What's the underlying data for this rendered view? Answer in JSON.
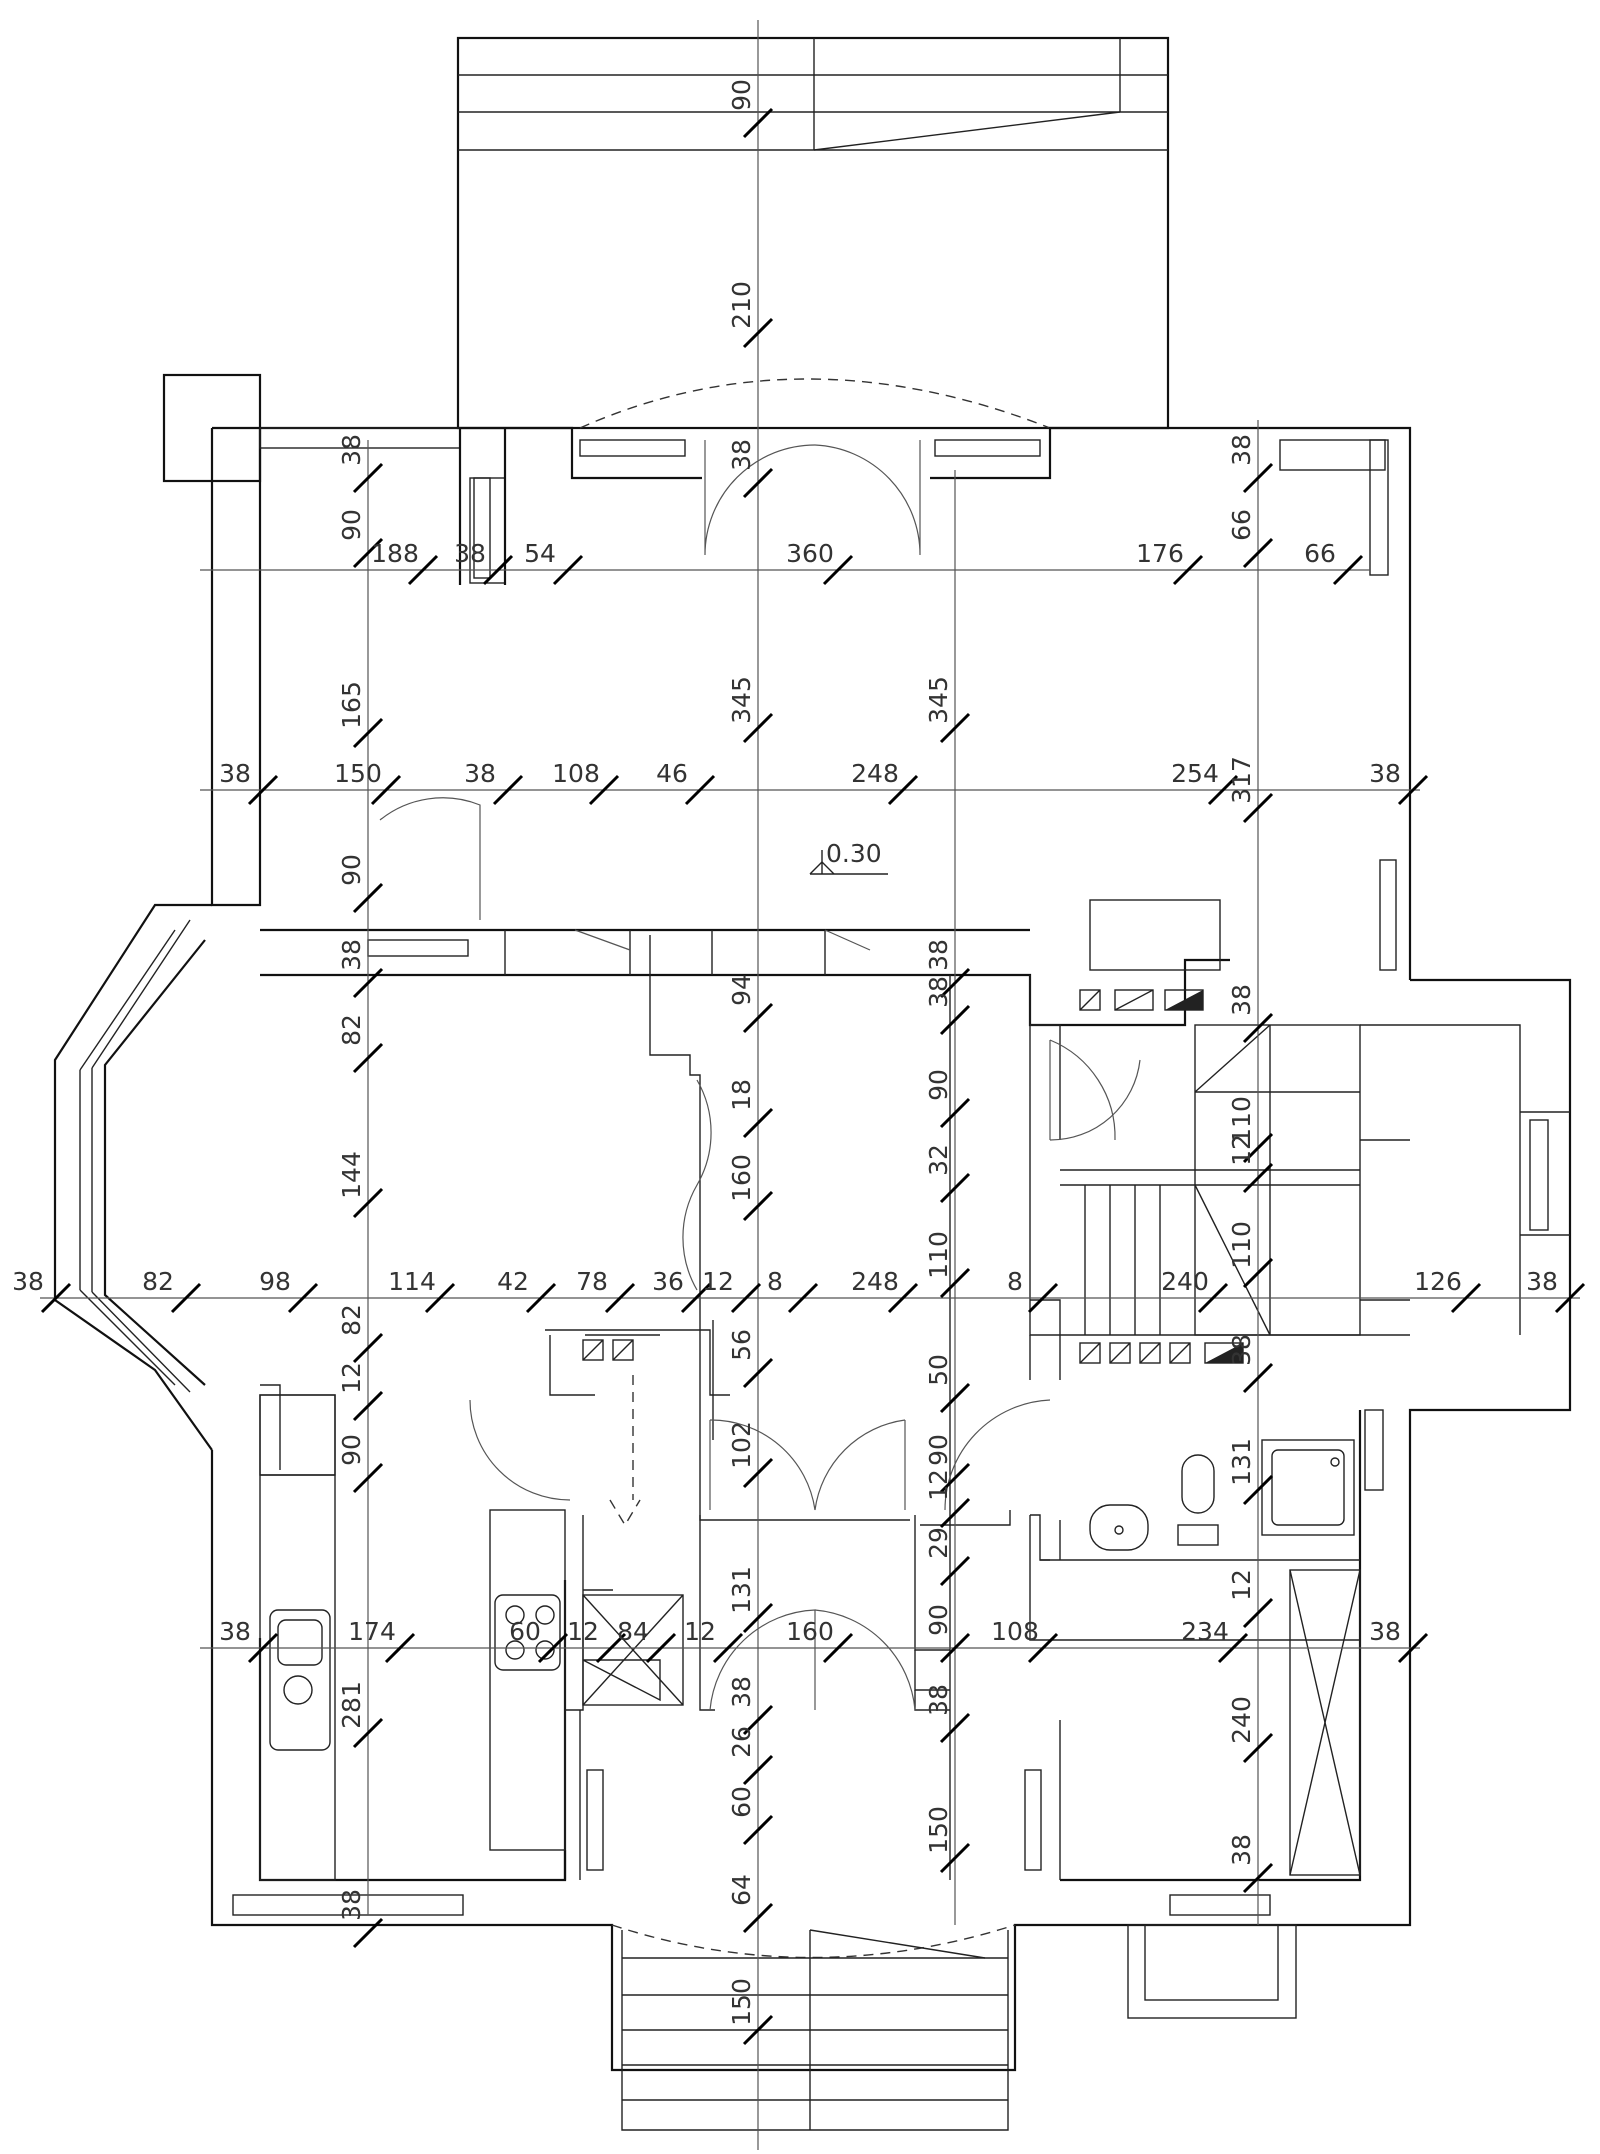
{
  "title": "",
  "level_mark": "0.30",
  "horizontal_dims": [
    {
      "row": "r1",
      "values": [
        "188",
        "38",
        "54",
        "360",
        "176",
        "66"
      ]
    },
    {
      "row": "r2",
      "values": [
        "38",
        "150",
        "38",
        "108",
        "46",
        "248",
        "254",
        "38"
      ]
    },
    {
      "row": "r3",
      "values": [
        "38",
        "82",
        "98",
        "114",
        "42",
        "78",
        "36",
        "12",
        "8",
        "248",
        "8",
        "240",
        "126",
        "38"
      ]
    },
    {
      "row": "r4",
      "values": [
        "38",
        "174",
        "60",
        "84",
        "12",
        "12",
        "160",
        "108",
        "234",
        "38"
      ]
    }
  ],
  "vertical_dims": [
    {
      "column": "c1",
      "values": [
        "38",
        "90",
        "165",
        "90",
        "38",
        "82",
        "144",
        "82",
        "12",
        "90",
        "281",
        "38"
      ]
    },
    {
      "column": "c2",
      "values": [
        "90",
        "210",
        "38",
        "345",
        "94",
        "18",
        "160",
        "56",
        "102",
        "131",
        "38",
        "26",
        "60",
        "64",
        "150"
      ]
    },
    {
      "column": "c3",
      "values": [
        "345",
        "38",
        "38",
        "90",
        "32",
        "110",
        "50",
        "90",
        "12",
        "29",
        "90",
        "38",
        "150"
      ]
    },
    {
      "column": "c4",
      "values": [
        "38",
        "66",
        "317",
        "38",
        "110",
        "12",
        "110",
        "38",
        "131",
        "12",
        "240",
        "38"
      ]
    }
  ]
}
